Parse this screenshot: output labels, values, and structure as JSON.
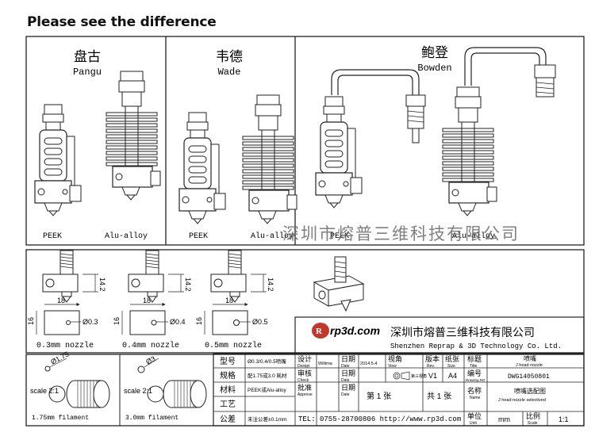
{
  "heading": "Please see the difference",
  "panels": [
    {
      "cn": "盘古",
      "en": "Pangu"
    },
    {
      "cn": "韦德",
      "en": "Wade"
    },
    {
      "cn": "鲍登",
      "en": "Bowden"
    }
  ],
  "hotend_labels": {
    "peek": "PEEK",
    "alu": "Alu-alloy"
  },
  "watermark": "深圳市熔普三维科技有限公司",
  "nozzles": [
    {
      "label": "0.3mm nozzle",
      "diameter": "Ø0.3",
      "width": "18",
      "height": "14.2",
      "side": "16"
    },
    {
      "label": "0.4mm nozzle",
      "diameter": "Ø0.4",
      "width": "18",
      "height": "14.2",
      "side": "16"
    },
    {
      "label": "0.5mm nozzle",
      "diameter": "Ø0.5",
      "width": "18",
      "height": "14.2",
      "side": "16"
    }
  ],
  "filaments": [
    {
      "diameter": "Ø1.75",
      "scale": "scale 2:1",
      "label": "1.75mm filament"
    },
    {
      "diameter": "Ø3",
      "scale": "scale 2:1",
      "label": "3.0mm filament"
    }
  ],
  "title_block": {
    "company_cn": "深圳市熔普三维科技有限公司",
    "company_en": "Shenzhen Reprap & 3D Technology Co. Ltd.",
    "logo": "rp3d.com",
    "rows": [
      {
        "label": "型号",
        "value": "Ø0.3/0.4/0.5喷嘴"
      },
      {
        "label": "规格",
        "value": "配1.75或3.0 耗材"
      },
      {
        "label": "材料",
        "value": "PEEK或Alu-alloy"
      },
      {
        "label": "工艺",
        "value": ""
      },
      {
        "label": "公差",
        "value": "未注公差±0.1mm"
      }
    ],
    "design": {
      "label": "设计",
      "sub": "Design",
      "name": "Willima"
    },
    "check": {
      "label": "审核",
      "sub": "Check"
    },
    "approve": {
      "label": "批准",
      "sub": "Approve"
    },
    "date": {
      "label": "日期",
      "sub": "Date",
      "value": "2014.5.4"
    },
    "view": {
      "label": "视角",
      "sub": "View",
      "value": "第三视角"
    },
    "rev": {
      "label": "版本",
      "sub": "Rev.",
      "value": "V1"
    },
    "size": {
      "label": "纸张",
      "sub": "Size",
      "value": "A4"
    },
    "title": {
      "label": "标题",
      "sub": "Title",
      "value": "喷嘴",
      "value_en": "J head nozzle"
    },
    "drawing_no": {
      "label": "编号",
      "sub": "Drawing.NO",
      "value": "DWG14050801"
    },
    "sheet": "第 1 张",
    "sheets": "共 1 张",
    "name": {
      "label": "名称",
      "sub": "Name",
      "value": "喷嘴选配图",
      "value_en": "J head nozzle selectived"
    },
    "unit": {
      "label": "单位",
      "sub": "Unit",
      "value": "mm"
    },
    "scale": {
      "label": "比例",
      "sub": "Scale",
      "value": "1:1"
    },
    "tel": "TEL: 0755-28700806  http://www.rp3d.com"
  },
  "colors": {
    "line": "#222222",
    "watermark": "#6a6a6a",
    "logo_red": "#c0392b"
  }
}
